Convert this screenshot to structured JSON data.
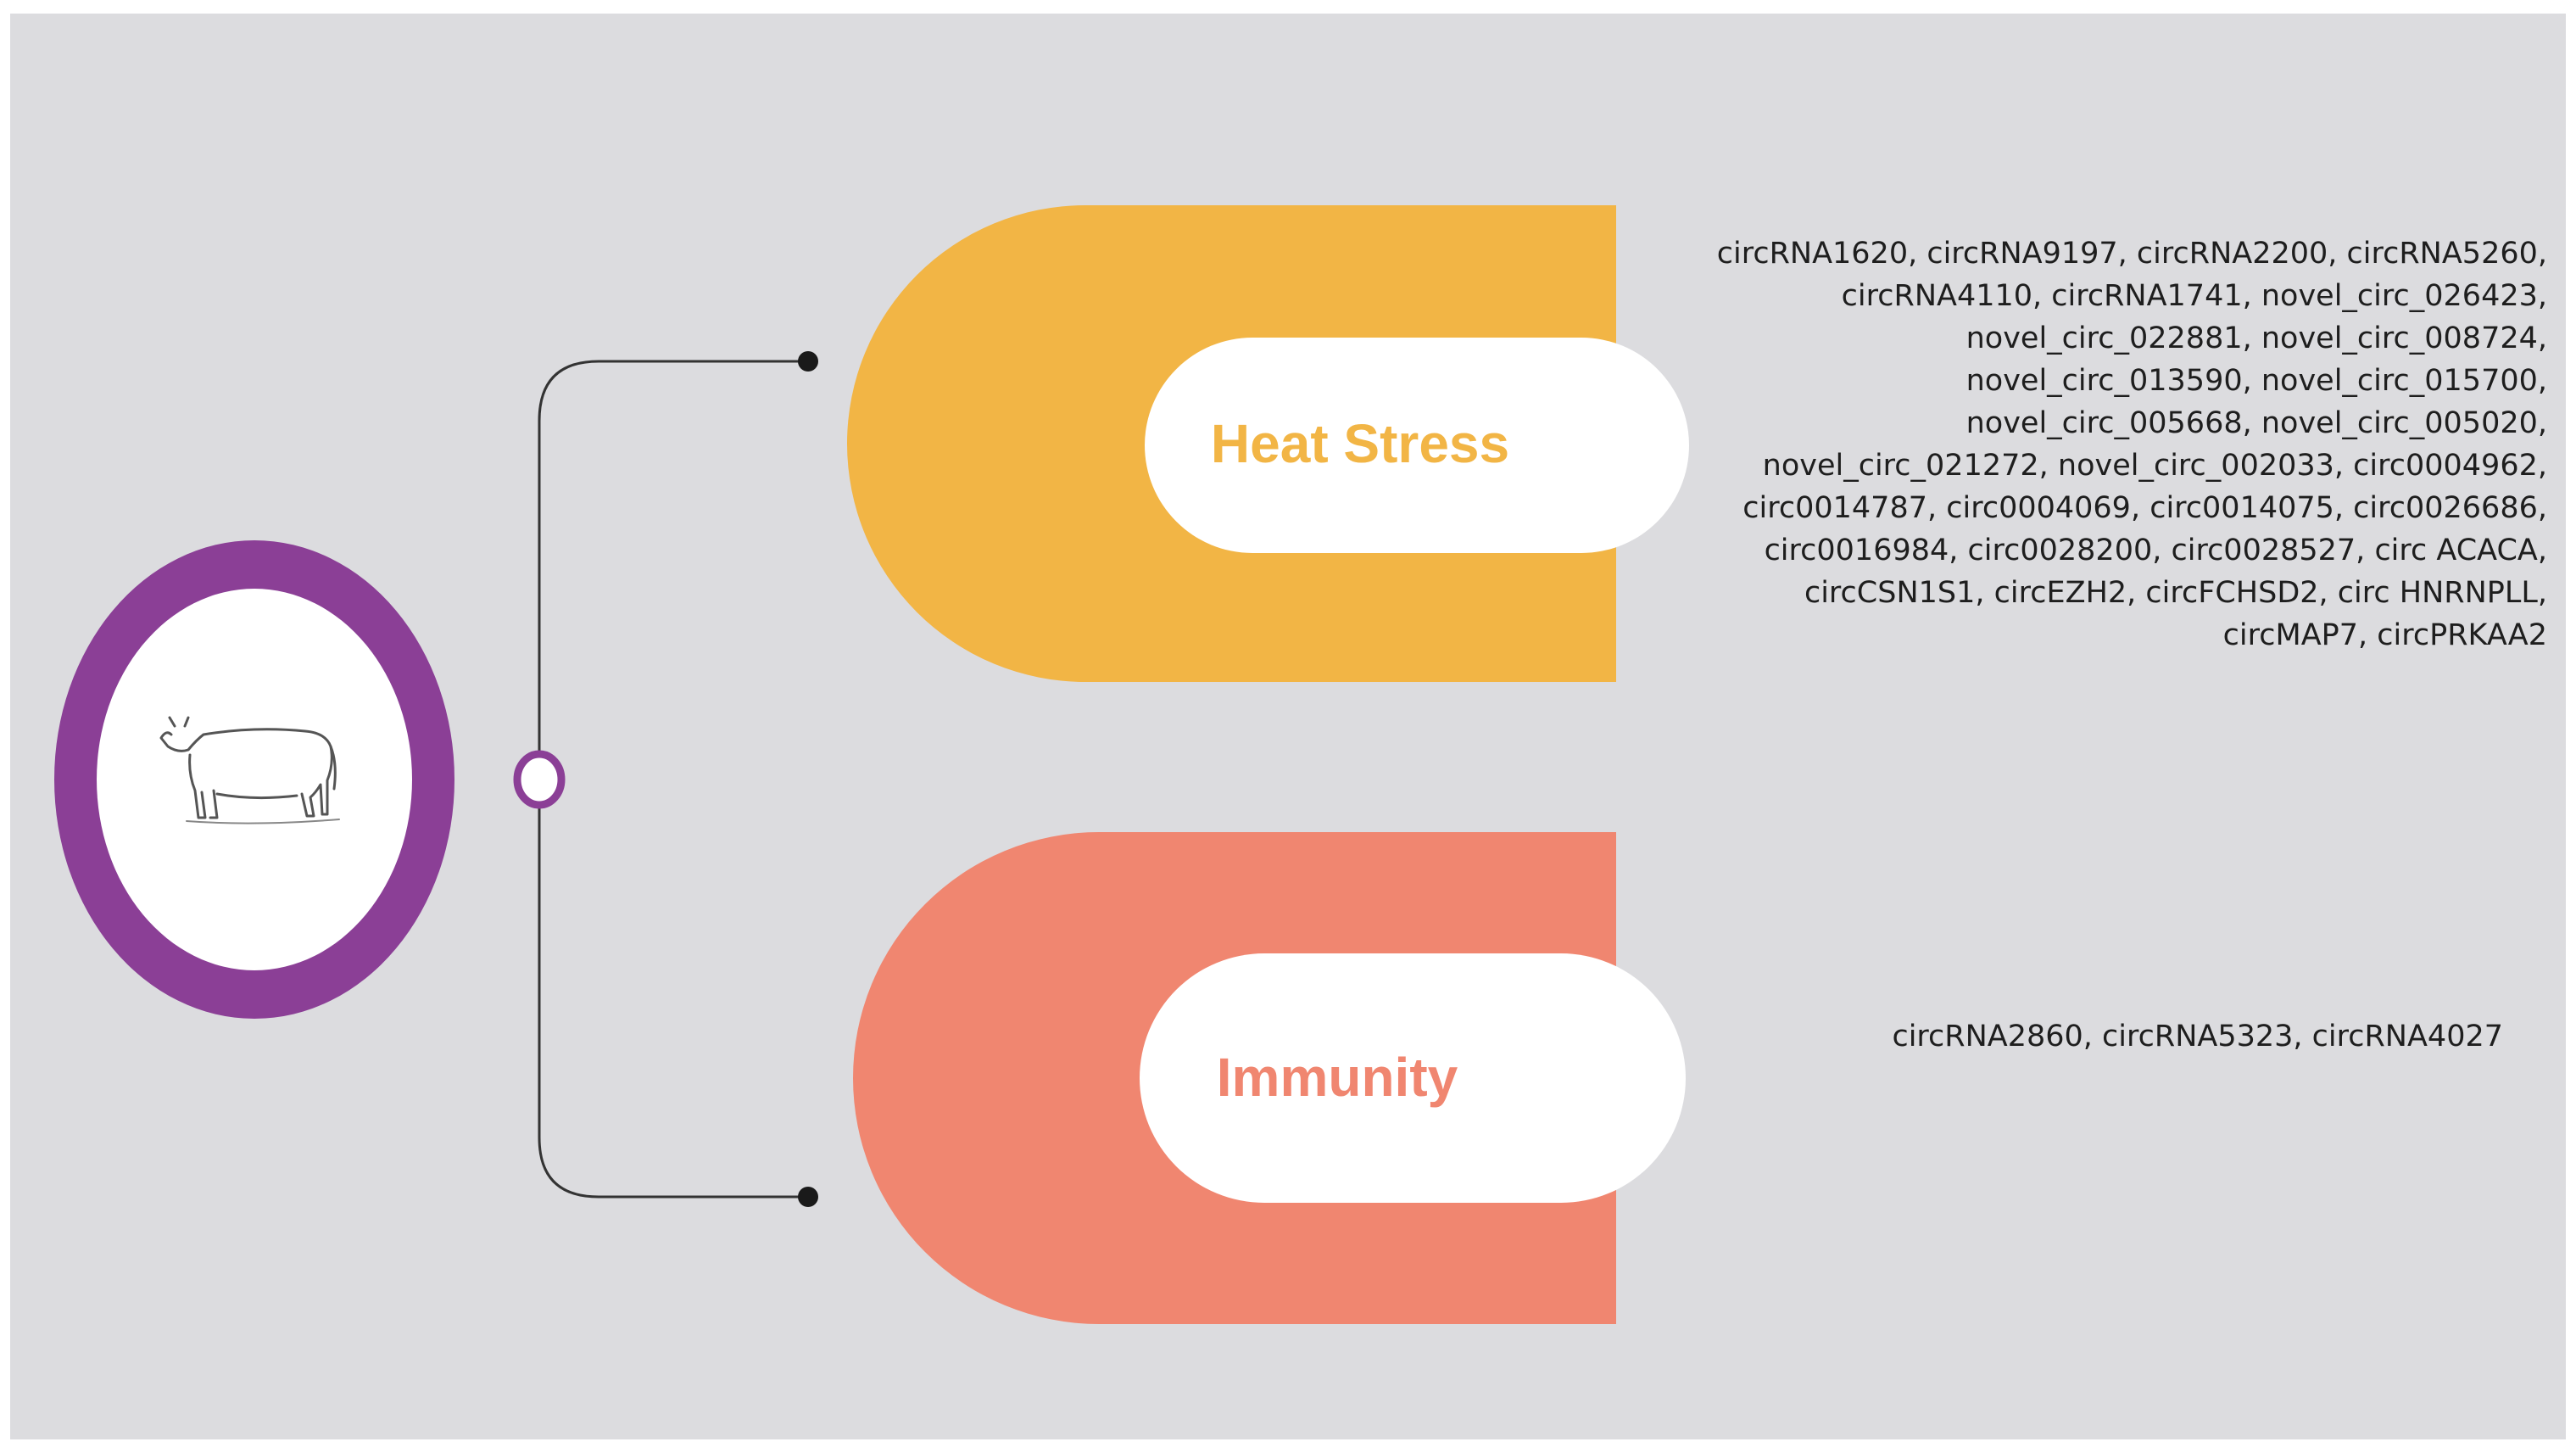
{
  "colors": {
    "background": "#dcdcdf",
    "accent_purple": "#8b3f96",
    "heat_orange": "#f2b545",
    "immunity_coral": "#f08670",
    "connector": "#333333",
    "text": "#1e1e1e"
  },
  "icons": {
    "center": "cow-icon"
  },
  "branches": {
    "heat_stress": {
      "label": "Heat Stress",
      "lines": [
        "circRNA1620, circRNA9197, circRNA2200, circRNA5260,",
        "circRNA4110, circRNA1741, novel_circ_026423,",
        "novel_circ_022881, novel_circ_008724,",
        "novel_circ_013590, novel_circ_015700,",
        "novel_circ_005668, novel_circ_005020,",
        "novel_circ_021272, novel_circ_002033, circ0004962,",
        "circ0014787, circ0004069, circ0014075, circ0026686,",
        "circ0016984, circ0028200, circ0028527, circ ACACA,",
        "circCSN1S1, circEZH2, circFCHSD2, circ HNRNPLL,",
        "circMAP7, circPRKAA2"
      ]
    },
    "immunity": {
      "label": "Immunity",
      "lines": [
        "circRNA2860, circRNA5323, circRNA4027"
      ]
    }
  }
}
